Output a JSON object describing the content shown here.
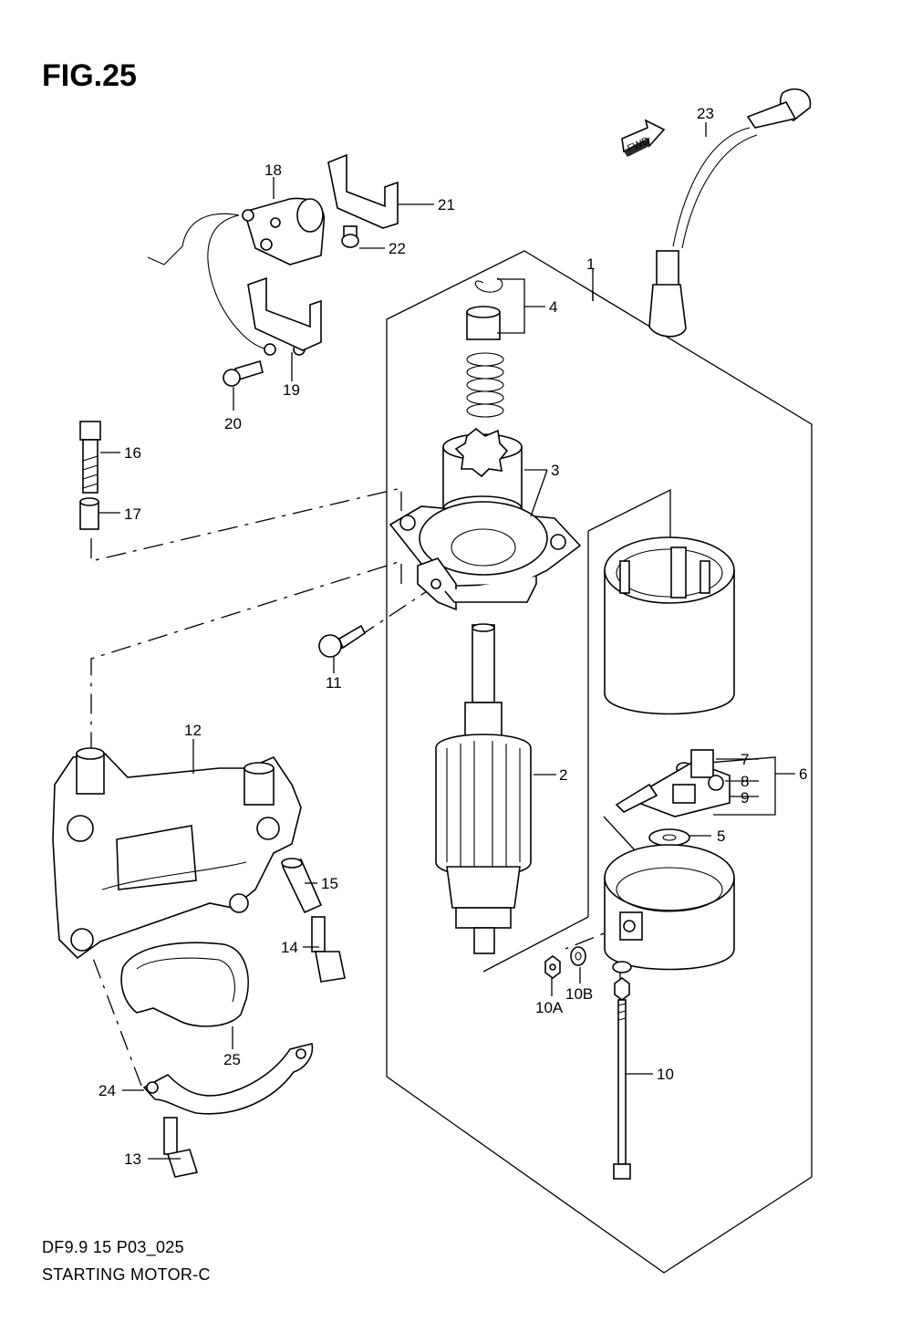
{
  "figure": {
    "title": "FIG.25",
    "model_code": "DF9.9 15 P03_025",
    "caption": "STARTING MOTOR-C",
    "direction_tag": "FWD"
  },
  "callouts": [
    {
      "id": "1",
      "text": "1"
    },
    {
      "id": "2",
      "text": "2"
    },
    {
      "id": "3",
      "text": "3"
    },
    {
      "id": "4",
      "text": "4"
    },
    {
      "id": "5",
      "text": "5"
    },
    {
      "id": "6",
      "text": "6"
    },
    {
      "id": "7",
      "text": "7"
    },
    {
      "id": "8",
      "text": "8"
    },
    {
      "id": "9",
      "text": "9"
    },
    {
      "id": "10",
      "text": "10"
    },
    {
      "id": "10A",
      "text": "10A"
    },
    {
      "id": "10B",
      "text": "10B"
    },
    {
      "id": "11",
      "text": "11"
    },
    {
      "id": "12",
      "text": "12"
    },
    {
      "id": "13",
      "text": "13"
    },
    {
      "id": "14",
      "text": "14"
    },
    {
      "id": "15",
      "text": "15"
    },
    {
      "id": "16",
      "text": "16"
    },
    {
      "id": "17",
      "text": "17"
    },
    {
      "id": "18",
      "text": "18"
    },
    {
      "id": "19",
      "text": "19"
    },
    {
      "id": "20",
      "text": "20"
    },
    {
      "id": "21",
      "text": "21"
    },
    {
      "id": "22",
      "text": "22"
    },
    {
      "id": "23",
      "text": "23"
    },
    {
      "id": "24",
      "text": "24"
    },
    {
      "id": "25",
      "text": "25"
    }
  ]
}
